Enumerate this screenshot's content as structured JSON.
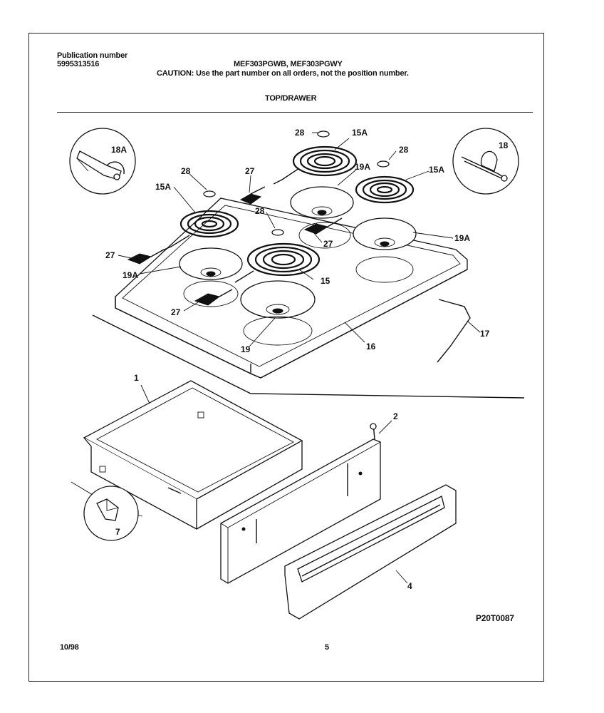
{
  "header": {
    "publication_label": "Publication number",
    "publication_number": "5995313516",
    "models": "MEF303PGWB, MEF303PGWY",
    "caution": "CAUTION:  Use the part number on all orders, not the position number.",
    "section_title": "TOP/DRAWER"
  },
  "callouts": {
    "c1": "1",
    "c2": "2",
    "c4": "4",
    "c7": "7",
    "c15": "15",
    "c15a_left": "15A",
    "c15a_top": "15A",
    "c15a_right": "15A",
    "c16": "16",
    "c17": "17",
    "c18": "18",
    "c18a": "18A",
    "c19": "19",
    "c19a_left": "19A",
    "c19a_top": "19A",
    "c19a_right": "19A",
    "c27_top": "27",
    "c27_left": "27",
    "c27_mid": "27",
    "c27_low": "27",
    "c28_top": "28",
    "c28_right": "28",
    "c28_left": "28",
    "c28_mid": "28"
  },
  "footer": {
    "drawing_code": "P20T0087",
    "date": "10/98",
    "page": "5"
  }
}
